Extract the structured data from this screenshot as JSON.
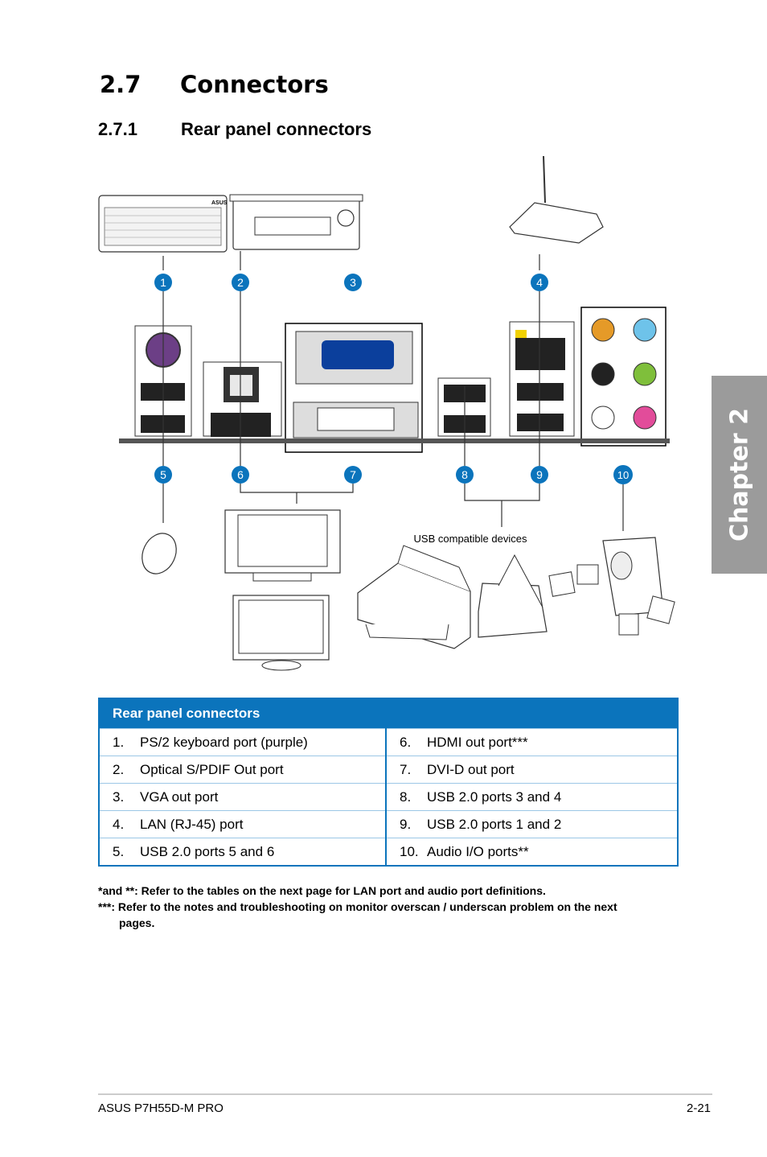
{
  "section": {
    "number": "2.7",
    "title": "Connectors"
  },
  "subsection": {
    "number": "2.7.1",
    "title": "Rear panel connectors"
  },
  "chapter_tab": "Chapter 2",
  "diagram": {
    "callouts": [
      "1",
      "2",
      "3",
      "4",
      "5",
      "6",
      "7",
      "8",
      "9",
      "10"
    ],
    "usb_devices_label": "USB compatible devices",
    "keyboard_brand": "ASUS"
  },
  "table": {
    "header": "Rear panel connectors",
    "rows": [
      {
        "left_num": "1.",
        "left": "PS/2 keyboard port (purple)",
        "right_num": "6.",
        "right": "HDMI out port***"
      },
      {
        "left_num": "2.",
        "left": "Optical S/PDIF Out port",
        "right_num": "7.",
        "right": "DVI-D out port"
      },
      {
        "left_num": "3.",
        "left": "VGA out port",
        "right_num": "8.",
        "right": "USB 2.0 ports 3 and 4"
      },
      {
        "left_num": "4.",
        "left": "LAN (RJ-45) port",
        "right_num": "9.",
        "right": "USB 2.0 ports 1 and 2"
      },
      {
        "left_num": "5.",
        "left": "USB 2.0 ports 5 and 6",
        "right_num": "10.",
        "right": "Audio I/O ports**"
      }
    ]
  },
  "notes": [
    "*and **: Refer to the tables on the next page for LAN port and audio port definitions.",
    "***: Refer to the notes and troubleshooting on monitor overscan / underscan problem on the next",
    "pages."
  ],
  "footer": {
    "left": "ASUS P7H55D-M PRO",
    "right": "2-21"
  },
  "colors": {
    "accent": "#0b74bc",
    "tab": "#9b9b9b"
  }
}
